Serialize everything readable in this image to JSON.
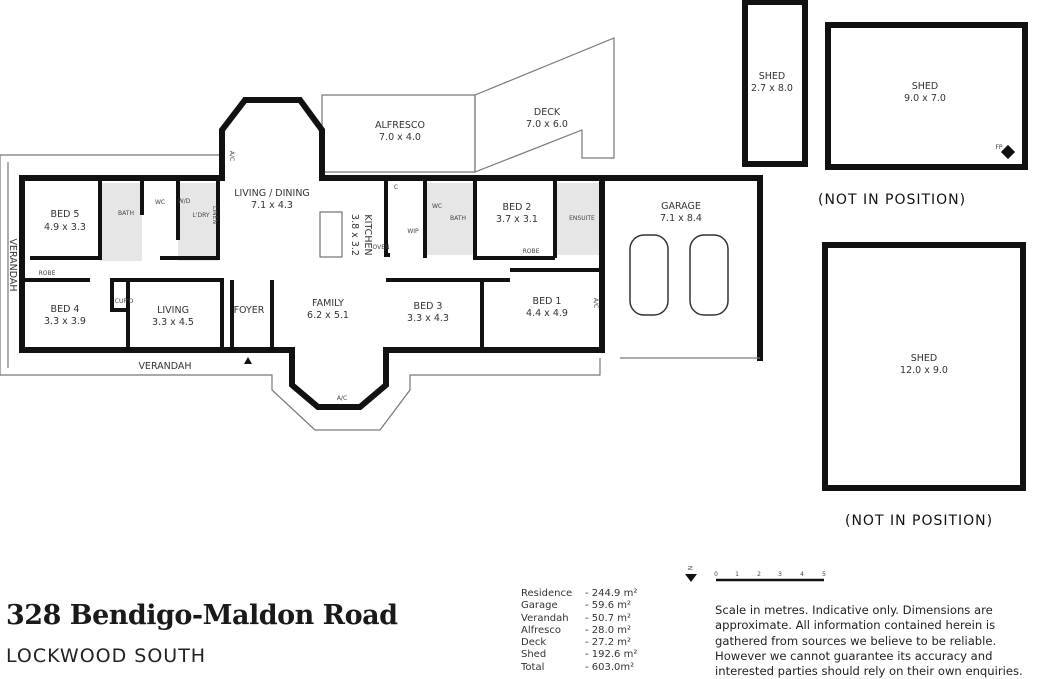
{
  "property": {
    "address": "328 Bendigo-Maldon Road",
    "suburb": "LOCKWOOD SOUTH"
  },
  "rooms": {
    "bed5": {
      "name": "BED 5",
      "dims": "4.9 x 3.3"
    },
    "bed4": {
      "name": "BED 4",
      "dims": "3.3 x 3.9"
    },
    "living": {
      "name": "LIVING",
      "dims": "3.3 x 4.5"
    },
    "foyer": {
      "name": "FOYER"
    },
    "living_dining": {
      "name": "LIVING / DINING",
      "dims": "7.1 x 4.3"
    },
    "family": {
      "name": "FAMILY",
      "dims": "6.2 x 5.1"
    },
    "kitchen": {
      "name": "KITCHEN",
      "dims": "3.8 x 3.2"
    },
    "wip": {
      "name": "WIP"
    },
    "bed3": {
      "name": "BED 3",
      "dims": "3.3 x 4.3"
    },
    "bed2": {
      "name": "BED 2",
      "dims": "3.7 x 3.1"
    },
    "bed1": {
      "name": "BED 1",
      "dims": "4.4 x 4.9"
    },
    "ensuite": {
      "name": "ENSUITE"
    },
    "garage": {
      "name": "GARAGE",
      "dims": "7.1 x 8.4"
    },
    "alfresco": {
      "name": "ALFRESCO",
      "dims": "7.0 x 4.0"
    },
    "deck": {
      "name": "DECK",
      "dims": "7.0 x 6.0"
    },
    "shed_small": {
      "name": "SHED",
      "dims": "2.7 x 8.0"
    },
    "shed_mid": {
      "name": "SHED",
      "dims": "9.0 x 7.0"
    },
    "shed_large": {
      "name": "SHED",
      "dims": "12.0 x 9.0"
    }
  },
  "small_labels": {
    "bath": "BATH",
    "wc": "WC",
    "wd": "W/D",
    "laundry": "L'DRY",
    "linen": "LINEN",
    "robe": "ROBE",
    "cupd": "CUP'D",
    "ac": "A/C",
    "oven": "OVEN",
    "fp": "FP",
    "c": "C"
  },
  "verandah_label": "VERANDAH",
  "not_in_position": "(NOT IN POSITION)",
  "scale": {
    "ticks": [
      "0",
      "1",
      "2",
      "3",
      "4",
      "5"
    ],
    "north": "N"
  },
  "areas": [
    {
      "name": "Residence",
      "value": "- 244.9 m²"
    },
    {
      "name": "Garage",
      "value": "-   59.6 m²"
    },
    {
      "name": "Verandah",
      "value": "-   50.7 m²"
    },
    {
      "name": "Alfresco",
      "value": "-   28.0 m²"
    },
    {
      "name": "Deck",
      "value": "-   27.2 m²"
    },
    {
      "name": "Shed",
      "value": "- 192.6 m²"
    },
    {
      "name": "Total",
      "value": "- 603.0m²"
    }
  ],
  "disclaimer": "Scale in metres. Indicative only. Dimensions are approximate. All information contained herein is gathered from sources we believe to be reliable. However we cannot guarantee  its accuracy and interested parties should rely on their own enquiries."
}
